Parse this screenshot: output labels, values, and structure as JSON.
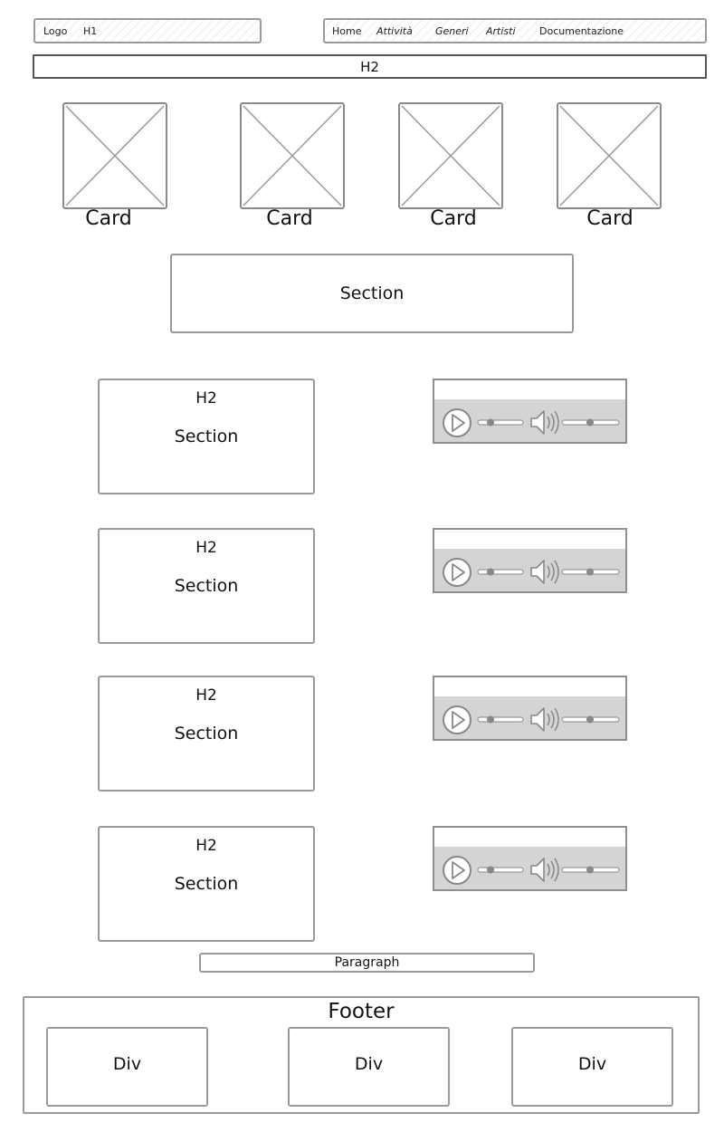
{
  "header": {
    "left": {
      "logo": "Logo",
      "h1": "H1"
    },
    "nav": [
      {
        "label": "Home"
      },
      {
        "label": "Attività"
      },
      {
        "label": "Generi"
      },
      {
        "label": "Artisti"
      },
      {
        "label": "Documentazione"
      }
    ]
  },
  "h2_bar": "H2",
  "cards": [
    {
      "title": "Card"
    },
    {
      "title": "Card"
    },
    {
      "title": "Card"
    },
    {
      "title": "Card"
    }
  ],
  "main_section": "Section",
  "rows": [
    {
      "heading": "H2",
      "section": "Section"
    },
    {
      "heading": "H2",
      "section": "Section"
    },
    {
      "heading": "H2",
      "section": "Section"
    },
    {
      "heading": "H2",
      "section": "Section"
    }
  ],
  "paragraph": "Paragraph",
  "footer": {
    "title": "Footer",
    "divs": [
      {
        "label": "Div"
      },
      {
        "label": "Div"
      },
      {
        "label": "Div"
      }
    ]
  }
}
